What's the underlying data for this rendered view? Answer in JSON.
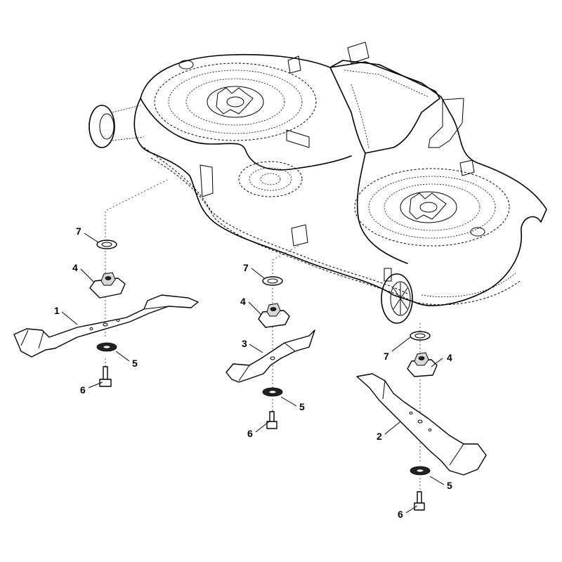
{
  "callouts": {
    "blade_long_left": "1",
    "blade_long_right": "2",
    "blade_center": "3",
    "hub_left": "4",
    "hub_center": "4",
    "hub_right": "4",
    "washer_left": "5",
    "washer_center": "5",
    "washer_right": "5",
    "bolt_left": "6",
    "bolt_center": "6",
    "bolt_right": "6",
    "shim_left": "7",
    "shim_center": "7",
    "shim_right": "7"
  }
}
